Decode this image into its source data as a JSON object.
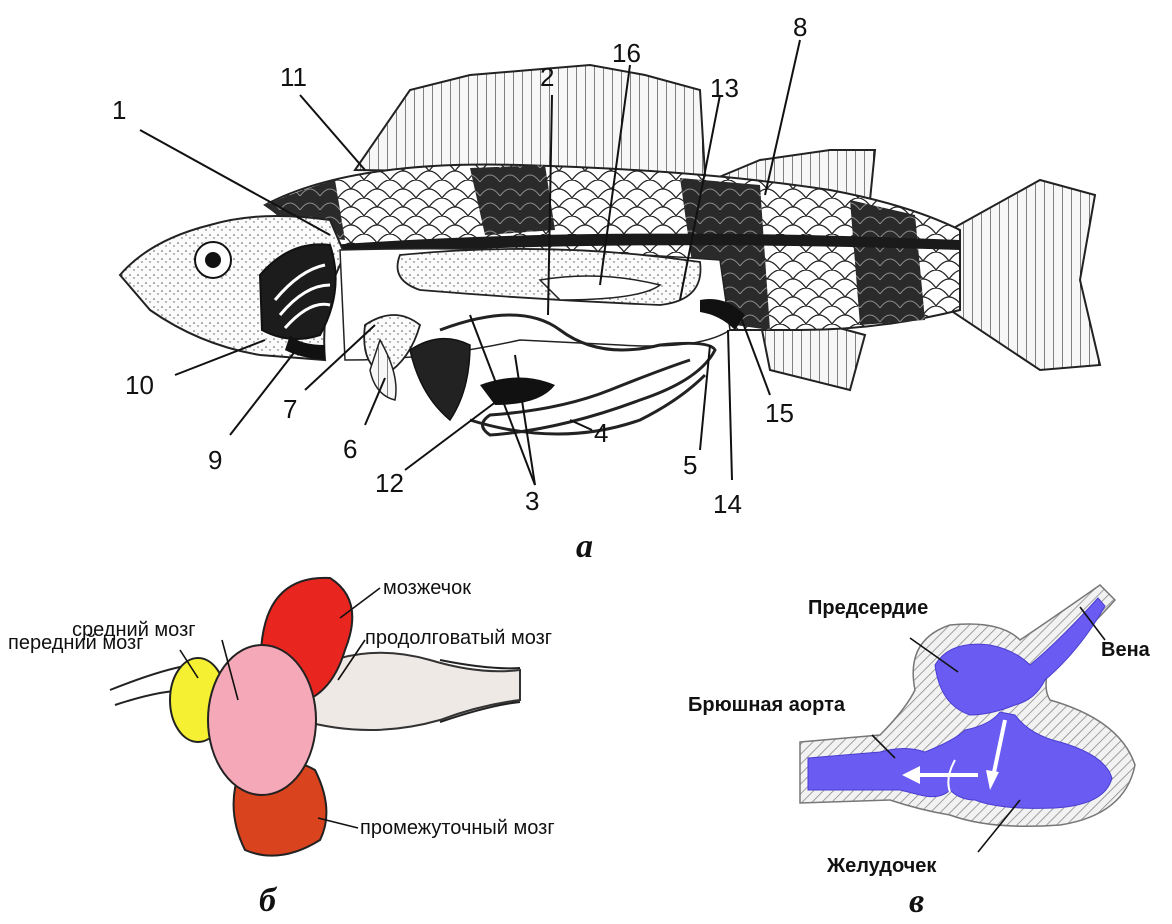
{
  "fish": {
    "labels": [
      "1",
      "2",
      "3",
      "4",
      "5",
      "6",
      "7",
      "8",
      "9",
      "10",
      "11",
      "12",
      "13",
      "14",
      "15",
      "16"
    ],
    "panel_letter": "а"
  },
  "brain": {
    "panel_letter": "б",
    "cerebellum": "мозжечок",
    "midbrain": "средний мозг",
    "forebrain": "передний мозг",
    "medulla": "продолговатый мозг",
    "diencephalon": "промежуточный мозг",
    "colors": {
      "cerebellum": "#e8261f",
      "midbrain": "#f5a8b8",
      "forebrain": "#f5f032",
      "diencephalon": "#d9441e",
      "medulla": "#efe9e6"
    }
  },
  "heart": {
    "panel_letter": "в",
    "atrium": "Предсердие",
    "vein": "Вена",
    "aorta": "Брюшная аорта",
    "ventricle": "Желудочек",
    "colors": {
      "blood": "#6a5cf2"
    }
  }
}
